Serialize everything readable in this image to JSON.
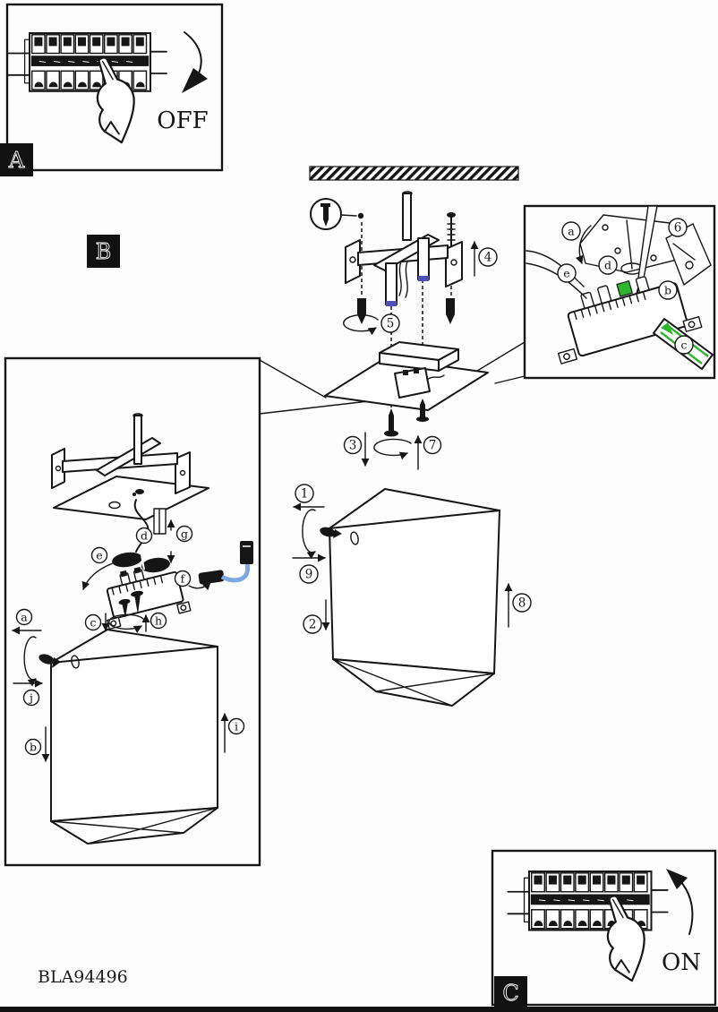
{
  "product": {
    "code": "BLA94496"
  },
  "panel_a": {
    "label": "A",
    "switch_action": "OFF"
  },
  "panel_b": {
    "label": "B"
  },
  "panel_c": {
    "label": "C",
    "switch_action": "ON"
  },
  "numbered_steps": {
    "s1": "1",
    "s2": "2",
    "s3": "3",
    "s4": "4",
    "s5": "5",
    "s6": "6",
    "s7": "7",
    "s8": "8",
    "s9": "9"
  },
  "lettered_steps": {
    "a": "a",
    "b": "b",
    "c": "c",
    "d": "d",
    "e": "e",
    "f": "f",
    "g": "g",
    "h": "h",
    "i": "i",
    "j": "j"
  },
  "inset_labels": {
    "a": "a",
    "b": "b",
    "c": "c",
    "d": "d",
    "e": "e"
  },
  "colors": {
    "line": "#161616",
    "cable_blue": "#7fa8de",
    "highlight_green": "#2eb62e",
    "connector_navy": "#5050b4"
  }
}
